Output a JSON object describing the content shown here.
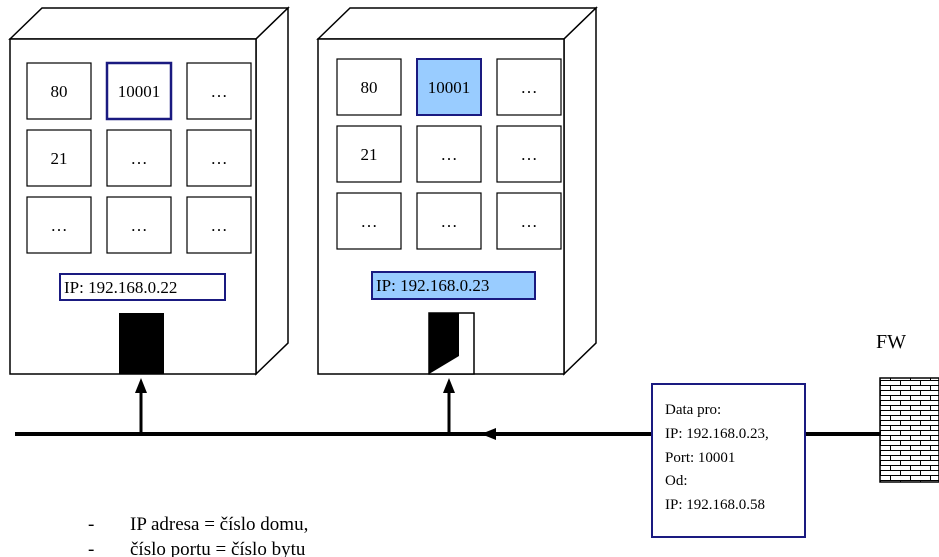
{
  "buildings": [
    {
      "windows": [
        "80",
        "10001",
        "…",
        "21",
        "…",
        "…",
        "…",
        "…",
        "…"
      ],
      "highlight_index": 1,
      "highlight_mode": "border",
      "ip_label": "IP: 192.168.0.22",
      "door_state": "closed"
    },
    {
      "windows": [
        "80",
        "10001",
        "…",
        "21",
        "…",
        "…",
        "…",
        "…",
        "…"
      ],
      "highlight_index": 1,
      "highlight_mode": "fill",
      "ip_label": "IP: 192.168.0.23",
      "door_state": "open"
    }
  ],
  "firewall": {
    "label": "FW"
  },
  "packet": {
    "lines": [
      "Data pro:",
      "IP: 192.168.0.23,",
      "Port: 10001",
      "Od:",
      "IP: 192.168.0.58"
    ]
  },
  "legend": {
    "bullet": "-",
    "items": [
      "IP adresa = číslo domu,",
      "číslo portu = číslo bytu"
    ]
  },
  "colors": {
    "highlight_fill": "#99ccff",
    "highlight_border": "#1a1a80",
    "frame_border": "#1a1a80"
  }
}
